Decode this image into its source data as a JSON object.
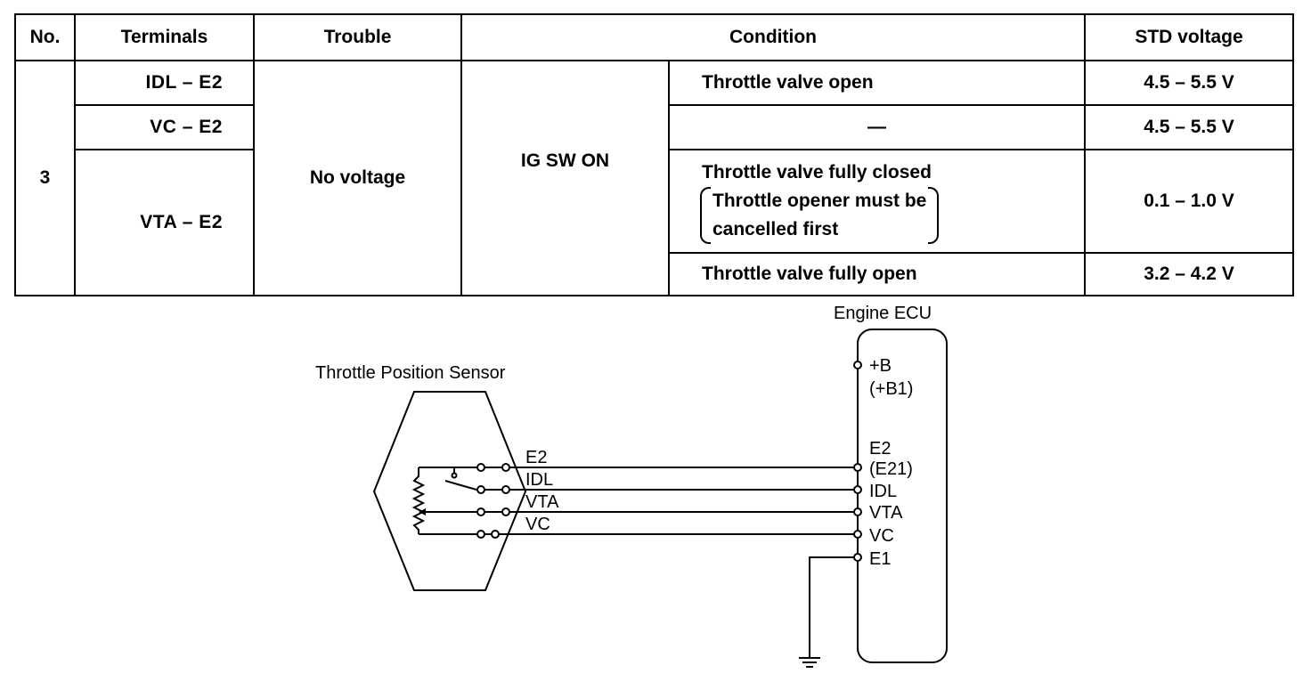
{
  "table": {
    "headers": [
      "No.",
      "Terminals",
      "Trouble",
      "Condition",
      "STD voltage"
    ],
    "no": "3",
    "trouble": "No voltage",
    "condition_main": "IG SW ON",
    "rows": [
      {
        "terminal": "IDL  –  E2",
        "condition": "Throttle valve open",
        "voltage": "4.5 – 5.5 V"
      },
      {
        "terminal": "VC  –  E2",
        "condition": "—",
        "voltage": "4.5 – 5.5 V"
      },
      {
        "terminal": "VTA  –  E2",
        "condition_lines": [
          "Throttle valve fully closed",
          "Throttle opener must be",
          "cancelled first"
        ],
        "voltage": "0.1 – 1.0 V"
      },
      {
        "terminal": "",
        "condition": "Throttle valve fully open",
        "voltage": "3.2 – 4.2 V"
      }
    ]
  },
  "diagram": {
    "sensor_title": "Throttle Position Sensor",
    "ecu_title": "Engine ECU",
    "wire_labels": [
      "E2",
      "IDL",
      "VTA",
      "VC"
    ],
    "ecu_terminals": [
      "+B",
      "(+B1)",
      "E2",
      "(E21)",
      "IDL",
      "VTA",
      "VC",
      "E1"
    ]
  }
}
